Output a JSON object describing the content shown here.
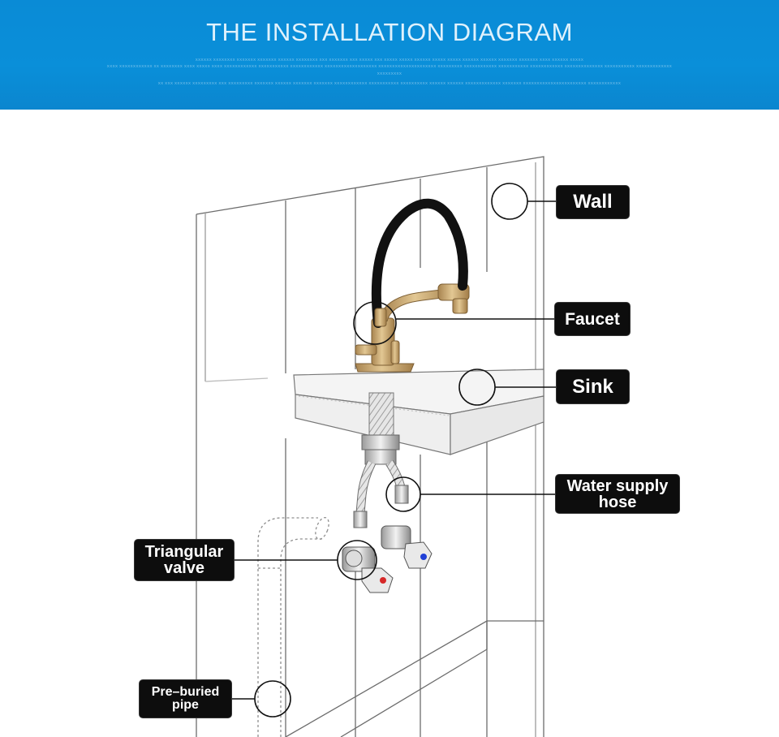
{
  "header": {
    "title": "THE INSTALLATION DIAGRAM",
    "fine_print": [
      "XXXXXX XXXXXXXX XXXXXXX XXXXXXX XXXXXX XXXXXXXX XXX XXXXXXX XXX XXXXX XXX XXXXX XXXXX XXXXXX XXXXX XXXXX XXXXXX XXXXXX XXXXXXX XXXXXXX XXXX XXXXXX XXXXX",
      "XXXX XXXXXXXXXXXX XX XXXXXXXX XXXX XXXXX XXXX XXXXXXXXXXXX XXXXXXXXXXX XXXXXXXXXXXX XXXXXXXXXXXXXXXXXXX XXXXXXXXXXXXXXXXXXXXX XXXXXXXXX XXXXXXXXXXXX XXXXXXXXXXX XXXXXXXXXXXX XXXXXXXXXXXXXX XXXXXXXXXXX XXXXXXXXXXXXX",
      "XXXXXXXXX",
      "XX XXX XXXXXX XXXXXXXXX XXX XXXXXXXXX XXXXXXX XXXXXX XXXXXXX XXXXXXX XXXXXXXXXXXX XXXXXXXXXXX XXXXXXXXXX XXXXXX XXXXXX XXXXXXXXXXXXX XXXXXXX XXXXXXXXXXXXXXXXXXXXXXX XXXXXXXXXXXX"
    ]
  },
  "labels": {
    "wall": "Wall",
    "faucet": "Faucet",
    "sink": "Sink",
    "water_supply_hose": "Water supply\nhose",
    "triangular_valve": "Triangular\nvalve",
    "pre_buried_pipe": "Pre–buried\npipe"
  },
  "colors": {
    "banner": "#0a8bd6",
    "label_bg": "#0d0d0d",
    "label_text": "#ffffff",
    "faucet_gold": "#c9a46a",
    "hose_black": "#111111",
    "hot_red": "#d62828",
    "cold_blue": "#1f3fd6"
  }
}
